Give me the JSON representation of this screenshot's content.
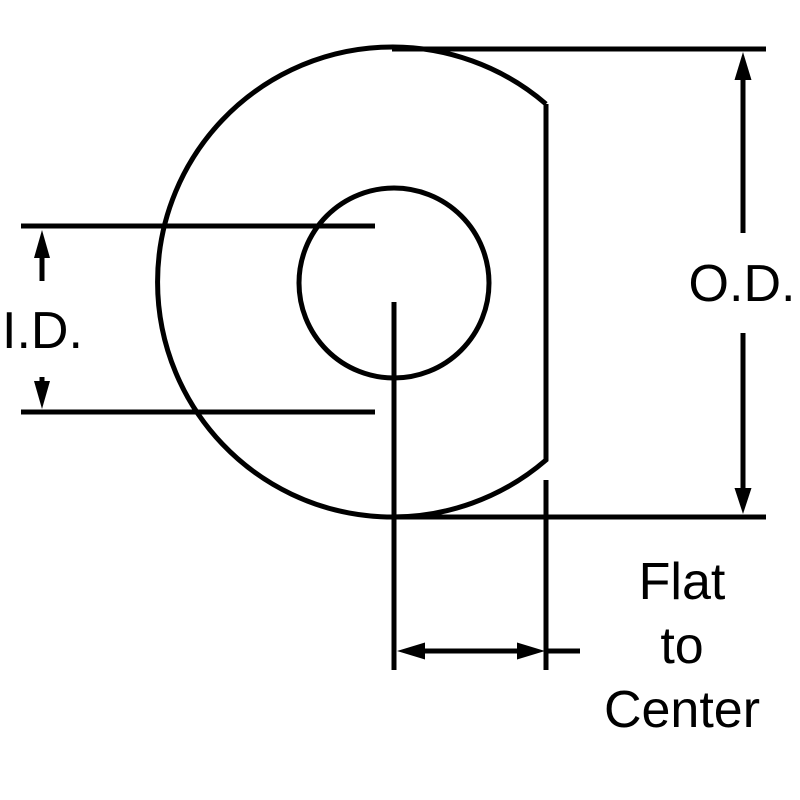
{
  "diagram": {
    "labels": {
      "inner_diameter": "I.D.",
      "outer_diameter": "O.D.",
      "flat_to_center_line1": "Flat",
      "flat_to_center_line2": "to",
      "flat_to_center_line3": "Center"
    },
    "colors": {
      "background": "#ffffff",
      "line": "#000000",
      "text": "#000000"
    }
  }
}
